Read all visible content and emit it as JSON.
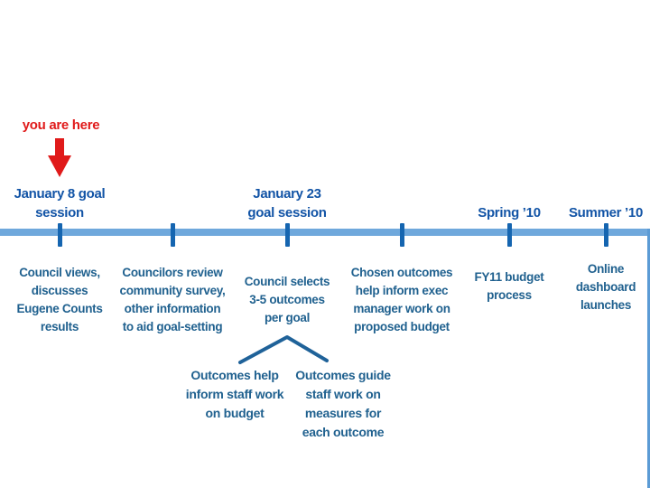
{
  "slide": {
    "you_are_here": "you are here"
  },
  "timeline": {
    "milestones": [
      {
        "label": "January 8 goal\nsession",
        "description": "Council views,\ndiscusses\nEugene Counts\nresults"
      },
      {
        "label": "",
        "description": "Councilors review\ncommunity survey,\nother information\nto aid goal-setting"
      },
      {
        "label": "January 23\ngoal session",
        "description": "Council selects\n3-5 outcomes\nper goal"
      },
      {
        "label": "",
        "description": "Chosen outcomes\nhelp inform exec\nmanager work on\nproposed budget"
      },
      {
        "label": "Spring ’10",
        "description": "FY11 budget\nprocess"
      },
      {
        "label": "Summer ’10",
        "description": "Online\ndashboard\nlaunches"
      }
    ]
  },
  "downstream": {
    "left_note": "Outcomes help\ninform staff work\non budget",
    "right_note": "Outcomes guide\nstaff work on\nmeasures for\neach outcome"
  },
  "colors": {
    "red": "#e01a1a",
    "heading_blue": "#1254a6",
    "body_blue": "#20618f",
    "timeline_blue": "#6fa8dc",
    "tick_blue": "#1565b0"
  }
}
